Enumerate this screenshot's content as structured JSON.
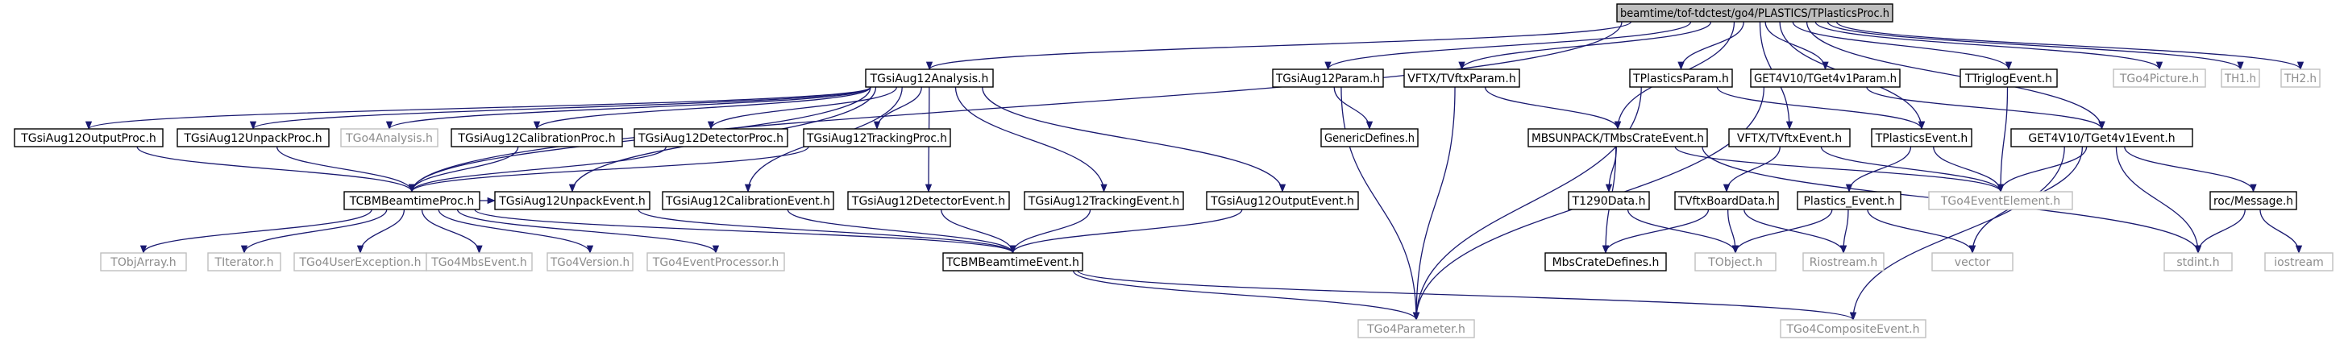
{
  "graph": {
    "colors": {
      "edge": "#191970",
      "node_border": "#000000",
      "external_border": "#bfbfbf",
      "external_text": "#8c8c8c",
      "root_fill": "#bfbfbf",
      "node_fill": "#ffffff",
      "text": "#000000"
    },
    "root": "n0",
    "nodes": [
      {
        "id": "n0",
        "label": "beamtime/tof-tdctest/go4/PLASTICS/TPlasticsProc.h",
        "kind": "root"
      },
      {
        "id": "n1",
        "label": "TGsiAug12Analysis.h",
        "kind": "doc"
      },
      {
        "id": "n2",
        "label": "TGsiAug12Param.h",
        "kind": "doc"
      },
      {
        "id": "n3",
        "label": "VFTX/TVftxParam.h",
        "kind": "doc"
      },
      {
        "id": "n4",
        "label": "TPlasticsParam.h",
        "kind": "doc"
      },
      {
        "id": "n5",
        "label": "GET4V10/TGet4v1Param.h",
        "kind": "doc"
      },
      {
        "id": "n6",
        "label": "TTriglogEvent.h",
        "kind": "doc"
      },
      {
        "id": "n7",
        "label": "TGo4Picture.h",
        "kind": "ext"
      },
      {
        "id": "n8",
        "label": "TH1.h",
        "kind": "ext"
      },
      {
        "id": "n9",
        "label": "TH2.h",
        "kind": "ext"
      },
      {
        "id": "n10",
        "label": "TGsiAug12OutputProc.h",
        "kind": "doc"
      },
      {
        "id": "n11",
        "label": "TGsiAug12UnpackProc.h",
        "kind": "doc"
      },
      {
        "id": "n12",
        "label": "TGo4Analysis.h",
        "kind": "ext"
      },
      {
        "id": "n13",
        "label": "TGsiAug12CalibrationProc.h",
        "kind": "doc"
      },
      {
        "id": "n14",
        "label": "TGsiAug12DetectorProc.h",
        "kind": "doc"
      },
      {
        "id": "n15",
        "label": "TGsiAug12TrackingProc.h",
        "kind": "doc"
      },
      {
        "id": "n16",
        "label": "GenericDefines.h",
        "kind": "doc"
      },
      {
        "id": "n17",
        "label": "MBSUNPACK/TMbsCrateEvent.h",
        "kind": "doc"
      },
      {
        "id": "n18",
        "label": "VFTX/TVftxEvent.h",
        "kind": "doc"
      },
      {
        "id": "n19",
        "label": "TPlasticsEvent.h",
        "kind": "doc"
      },
      {
        "id": "n20",
        "label": "GET4V10/TGet4v1Event.h",
        "kind": "doc"
      },
      {
        "id": "n21",
        "label": "TCBMBeamtimeProc.h",
        "kind": "doc"
      },
      {
        "id": "n22",
        "label": "TGsiAug12UnpackEvent.h",
        "kind": "doc"
      },
      {
        "id": "n23",
        "label": "TGsiAug12CalibrationEvent.h",
        "kind": "doc"
      },
      {
        "id": "n24",
        "label": "TGsiAug12DetectorEvent.h",
        "kind": "doc"
      },
      {
        "id": "n25",
        "label": "TGsiAug12TrackingEvent.h",
        "kind": "doc"
      },
      {
        "id": "n26",
        "label": "TGsiAug12OutputEvent.h",
        "kind": "doc"
      },
      {
        "id": "n27",
        "label": "T1290Data.h",
        "kind": "doc"
      },
      {
        "id": "n28",
        "label": "TVftxBoardData.h",
        "kind": "doc"
      },
      {
        "id": "n29",
        "label": "Plastics_Event.h",
        "kind": "doc"
      },
      {
        "id": "n30",
        "label": "TGo4EventElement.h",
        "kind": "ext"
      },
      {
        "id": "n31",
        "label": "roc/Message.h",
        "kind": "doc"
      },
      {
        "id": "n32",
        "label": "TObjArray.h",
        "kind": "ext"
      },
      {
        "id": "n33",
        "label": "TIterator.h",
        "kind": "ext"
      },
      {
        "id": "n34",
        "label": "TGo4UserException.h",
        "kind": "ext"
      },
      {
        "id": "n35",
        "label": "TGo4MbsEvent.h",
        "kind": "ext"
      },
      {
        "id": "n36",
        "label": "TGo4Version.h",
        "kind": "ext"
      },
      {
        "id": "n37",
        "label": "TGo4EventProcessor.h",
        "kind": "ext"
      },
      {
        "id": "n38",
        "label": "TCBMBeamtimeEvent.h",
        "kind": "doc"
      },
      {
        "id": "n39",
        "label": "MbsCrateDefines.h",
        "kind": "doc"
      },
      {
        "id": "n40",
        "label": "TObject.h",
        "kind": "ext"
      },
      {
        "id": "n41",
        "label": "Riostream.h",
        "kind": "ext"
      },
      {
        "id": "n42",
        "label": "vector",
        "kind": "ext"
      },
      {
        "id": "n43",
        "label": "stdint.h",
        "kind": "ext"
      },
      {
        "id": "n44",
        "label": "iostream",
        "kind": "ext"
      },
      {
        "id": "n45",
        "label": "TGo4Parameter.h",
        "kind": "ext"
      },
      {
        "id": "n46",
        "label": "TGo4CompositeEvent.h",
        "kind": "ext"
      }
    ],
    "edges": [
      [
        "n0",
        "n1"
      ],
      [
        "n0",
        "n2"
      ],
      [
        "n0",
        "n3"
      ],
      [
        "n0",
        "n4"
      ],
      [
        "n0",
        "n5"
      ],
      [
        "n0",
        "n6"
      ],
      [
        "n0",
        "n7"
      ],
      [
        "n0",
        "n8"
      ],
      [
        "n0",
        "n9"
      ],
      [
        "n0",
        "n17"
      ],
      [
        "n0",
        "n18"
      ],
      [
        "n0",
        "n19"
      ],
      [
        "n0",
        "n20"
      ],
      [
        "n0",
        "n21"
      ],
      [
        "n1",
        "n10"
      ],
      [
        "n1",
        "n11"
      ],
      [
        "n1",
        "n12"
      ],
      [
        "n1",
        "n13"
      ],
      [
        "n1",
        "n14"
      ],
      [
        "n1",
        "n15"
      ],
      [
        "n1",
        "n21"
      ],
      [
        "n1",
        "n22"
      ],
      [
        "n1",
        "n23"
      ],
      [
        "n1",
        "n24"
      ],
      [
        "n1",
        "n25"
      ],
      [
        "n1",
        "n26"
      ],
      [
        "n2",
        "n16"
      ],
      [
        "n2",
        "n45"
      ],
      [
        "n3",
        "n17"
      ],
      [
        "n3",
        "n45"
      ],
      [
        "n4",
        "n19"
      ],
      [
        "n4",
        "n45"
      ],
      [
        "n5",
        "n20"
      ],
      [
        "n5",
        "n45"
      ],
      [
        "n6",
        "n30"
      ],
      [
        "n10",
        "n21"
      ],
      [
        "n11",
        "n21"
      ],
      [
        "n13",
        "n21"
      ],
      [
        "n14",
        "n21"
      ],
      [
        "n15",
        "n21"
      ],
      [
        "n17",
        "n27"
      ],
      [
        "n17",
        "n39"
      ],
      [
        "n17",
        "n30"
      ],
      [
        "n17",
        "n43"
      ],
      [
        "n18",
        "n28"
      ],
      [
        "n18",
        "n30"
      ],
      [
        "n19",
        "n29"
      ],
      [
        "n19",
        "n30"
      ],
      [
        "n20",
        "n31"
      ],
      [
        "n20",
        "n30"
      ],
      [
        "n20",
        "n42"
      ],
      [
        "n20",
        "n43"
      ],
      [
        "n20",
        "n46"
      ],
      [
        "n21",
        "n32"
      ],
      [
        "n21",
        "n33"
      ],
      [
        "n21",
        "n34"
      ],
      [
        "n21",
        "n35"
      ],
      [
        "n21",
        "n36"
      ],
      [
        "n21",
        "n37"
      ],
      [
        "n21",
        "n38"
      ],
      [
        "n21",
        "n22"
      ],
      [
        "n22",
        "n38"
      ],
      [
        "n23",
        "n38"
      ],
      [
        "n24",
        "n38"
      ],
      [
        "n25",
        "n38"
      ],
      [
        "n26",
        "n38"
      ],
      [
        "n27",
        "n40"
      ],
      [
        "n28",
        "n39"
      ],
      [
        "n28",
        "n40"
      ],
      [
        "n28",
        "n41"
      ],
      [
        "n29",
        "n40"
      ],
      [
        "n29",
        "n41"
      ],
      [
        "n29",
        "n42"
      ],
      [
        "n31",
        "n43"
      ],
      [
        "n31",
        "n44"
      ],
      [
        "n38",
        "n45"
      ],
      [
        "n38",
        "n46"
      ]
    ]
  }
}
